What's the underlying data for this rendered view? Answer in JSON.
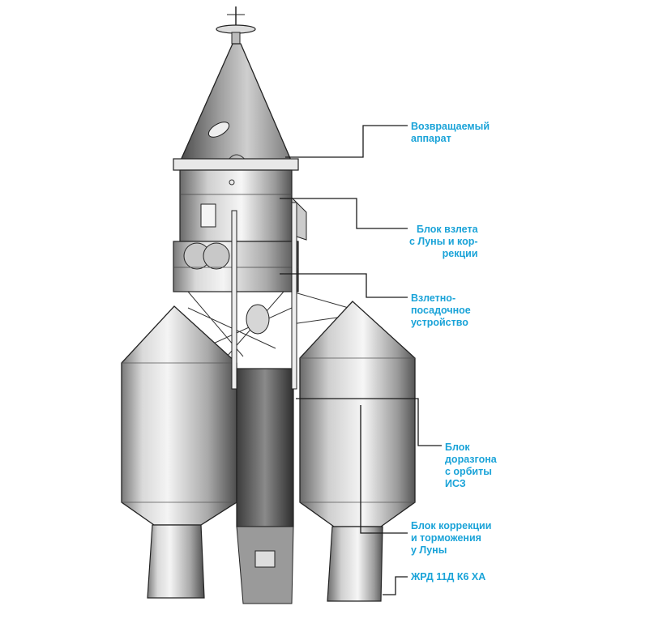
{
  "colors": {
    "label": "#1aa3d8",
    "leader": "#1a1a1a",
    "metal_light": "#f2f2f2",
    "metal_mid": "#bdbdbd",
    "metal_dark": "#5a5a5a",
    "outline": "#222222"
  },
  "labels": [
    {
      "id": "vozvrashchaemyy-apparat",
      "lines": [
        "Возвращаемый",
        "аппарат"
      ]
    },
    {
      "id": "blok-vzleta",
      "lines": [
        "Блок взлета",
        "с Луны и кор-",
        "рекции"
      ]
    },
    {
      "id": "vzletno-posadochnoe",
      "lines": [
        "Взлетно-",
        "посадочное",
        "устройство"
      ]
    },
    {
      "id": "blok-dorazgona",
      "lines": [
        "Блок",
        "доразгона",
        "с орбиты",
        "ИСЗ"
      ]
    },
    {
      "id": "blok-korrektsii",
      "lines": [
        "Блок коррекции",
        "и торможения",
        "у Луны"
      ]
    },
    {
      "id": "zhrd",
      "lines": [
        "ЖРД 11Д К6 ХА"
      ]
    }
  ]
}
